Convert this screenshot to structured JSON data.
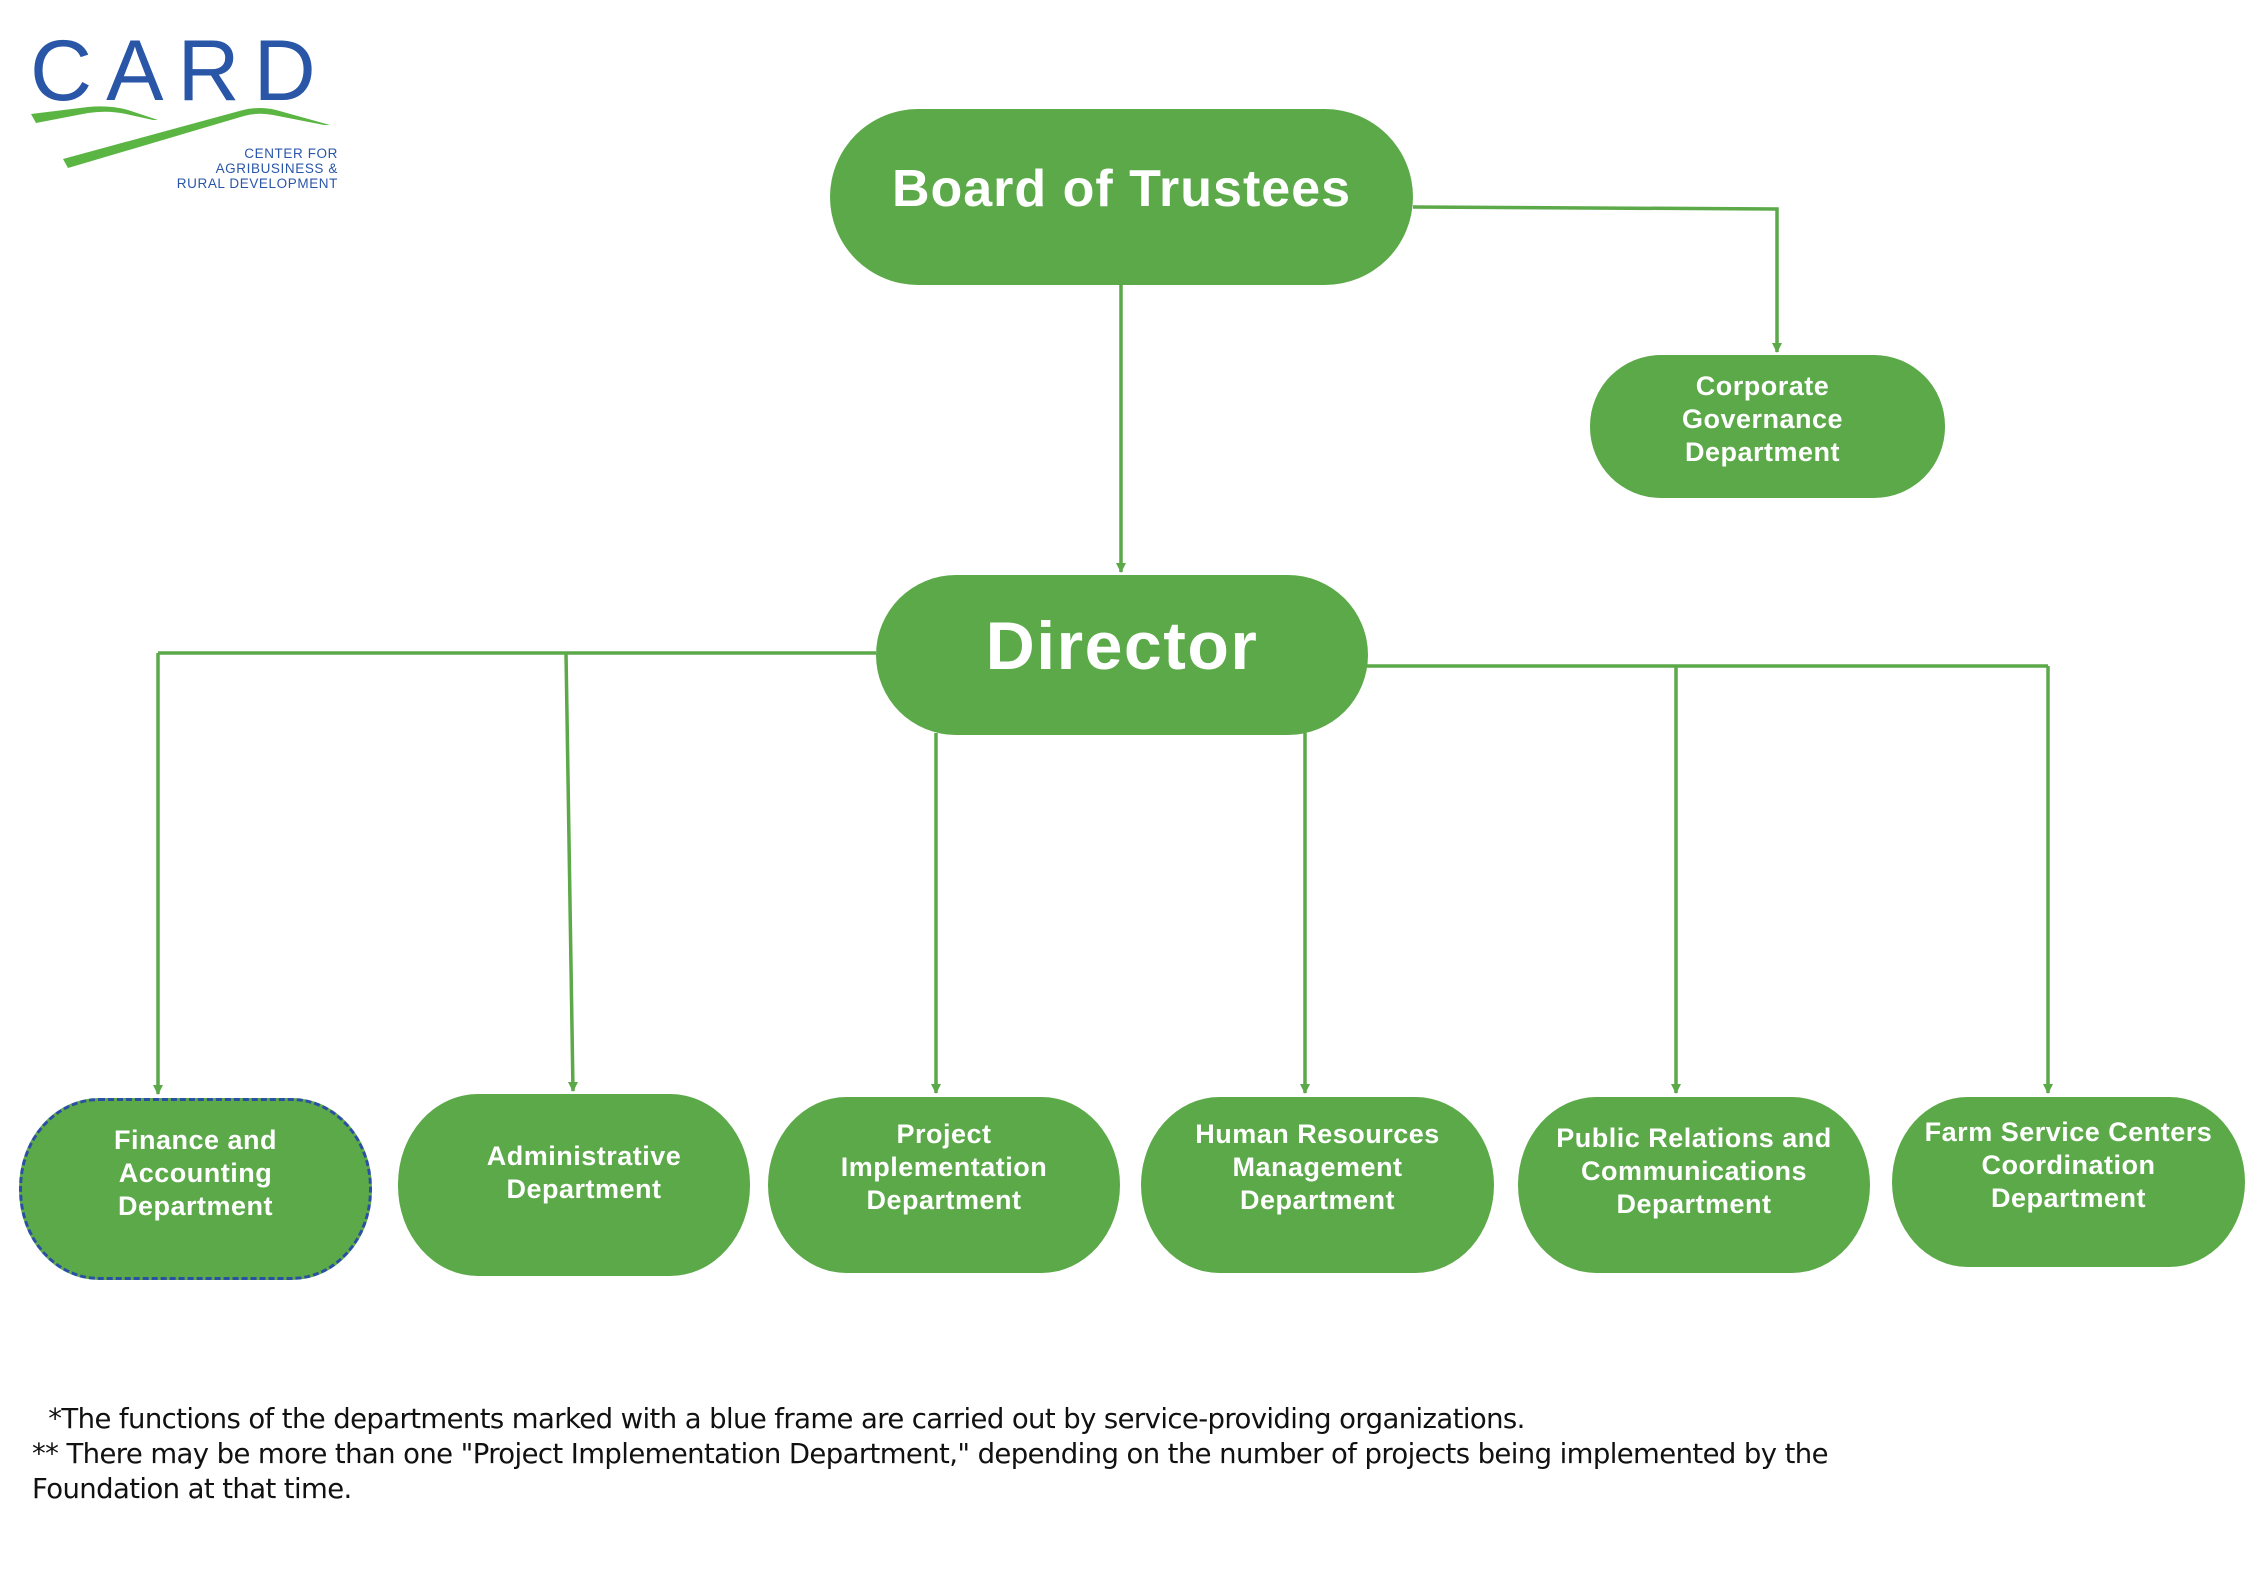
{
  "logo": {
    "wordmark": "CARD",
    "subtitle": "CENTER FOR\nAGRIBUSINESS &\nRURAL DEVELOPMENT",
    "colors": {
      "blue": "#2a56a8",
      "green": "#5bb543"
    }
  },
  "colors": {
    "node_fill": "#5ba948",
    "connector": "#5ba948",
    "outsourced_frame": "#2b4fa2",
    "node_text": "#ffffff"
  },
  "org_chart": {
    "root": {
      "id": "board",
      "label": "Board of Trustees"
    },
    "corporate": {
      "id": "corp",
      "label": "Corporate\nGovernance\nDepartment",
      "parent": "board"
    },
    "director": {
      "id": "director",
      "label": "Director",
      "parent": "board"
    },
    "departments": [
      {
        "id": "fin",
        "label": "Finance and\nAccounting\nDepartment",
        "parent": "director",
        "blue_frame": true
      },
      {
        "id": "adm",
        "label": "Administrative\nDepartment",
        "parent": "director",
        "blue_frame": false
      },
      {
        "id": "proj",
        "label": "Project\nImplementation\nDepartment",
        "parent": "director",
        "blue_frame": false
      },
      {
        "id": "hr",
        "label": "Human Resources\nManagement\nDepartment",
        "parent": "director",
        "blue_frame": false
      },
      {
        "id": "pr",
        "label": "Public Relations and\nCommunications\nDepartment",
        "parent": "director",
        "blue_frame": false
      },
      {
        "id": "farm",
        "label": "Farm Service Centers\nCoordination\nDepartment",
        "parent": "director",
        "blue_frame": false
      }
    ]
  },
  "footnotes": [
    "  *The functions of the departments marked with a blue frame are carried out by service-providing organizations.",
    "** There may be more than one \"Project Implementation Department,\" depending on the number of projects being implemented by the",
    "Foundation at that time."
  ]
}
